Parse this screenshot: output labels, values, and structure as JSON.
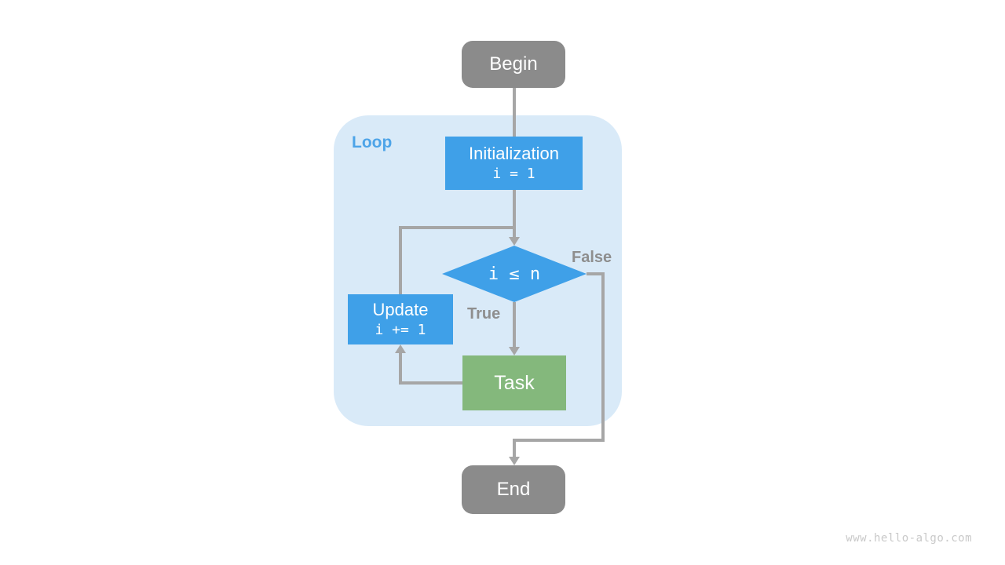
{
  "colors": {
    "blue": "#3FA0E8",
    "gray": "#8B8B8B",
    "green": "#84B87C",
    "loop_bg": "#D9EAF8",
    "loop_label": "#4DA4E8",
    "line": "#A6A6A6",
    "state_label": "#8E8E8E",
    "watermark": "#C9C9C9"
  },
  "nodes": {
    "begin": {
      "label": "Begin"
    },
    "loop": {
      "label": "Loop"
    },
    "initialization": {
      "title": "Initialization",
      "code": "i = 1"
    },
    "condition": {
      "code": "i ≤ n"
    },
    "update": {
      "title": "Update",
      "code": "i += 1"
    },
    "task": {
      "label": "Task"
    },
    "end": {
      "label": "End"
    }
  },
  "edges": {
    "true_label": "True",
    "false_label": "False"
  },
  "watermark": "www.hello-algo.com"
}
